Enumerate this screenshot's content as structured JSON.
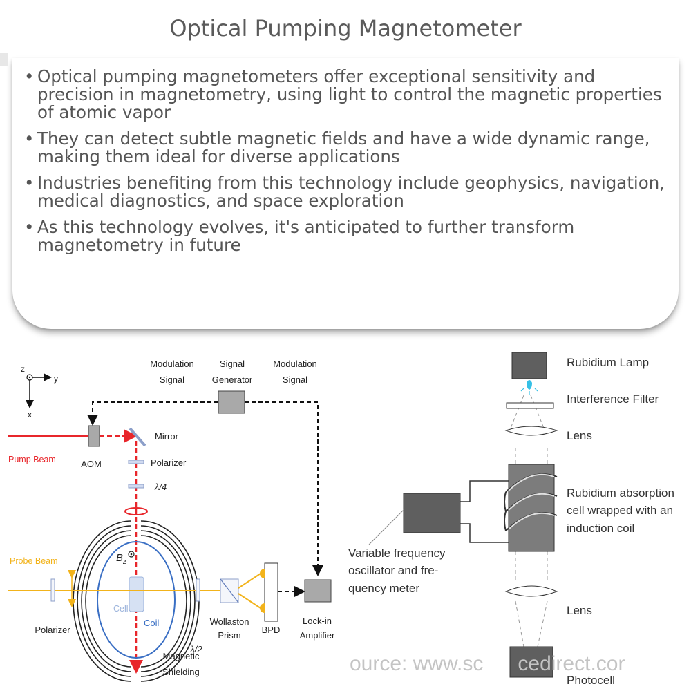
{
  "title": "Optical Pumping Magnetometer",
  "bullets": [
    "Optical pumping magnetometers offer exceptional sensitivity and precision in magnetometry, using light to control the magnetic properties of atomic vapor",
    "They can detect subtle magnetic fields and have a wide dynamic range, making them ideal for diverse applications",
    "Industries benefiting from this technology include geophysics, navigation, medical diagnostics, and space exploration",
    "As this technology evolves, it's anticipated to further transform magnetometry in future"
  ],
  "left_diagram": {
    "axis_z": "z",
    "axis_y": "y",
    "axis_x": "x",
    "modulation_signal_left": [
      "Modulation",
      "Signal"
    ],
    "signal_generator": [
      "Signal",
      "Generator"
    ],
    "modulation_signal_right": [
      "Modulation",
      "Signal"
    ],
    "mirror": "Mirror",
    "pump_beam": "Pump Beam",
    "aom": "AOM",
    "polarizer_top": "Polarizer",
    "quarter_wave": "λ/4",
    "bz": "B",
    "bz_sub": "z",
    "probe_beam": "Probe Beam",
    "cell": "Cell",
    "coil": "Coil",
    "polarizer_bottom": "Polarizer",
    "half_wave": "λ/2",
    "wollaston_prism": [
      "Wollaston",
      "Prism"
    ],
    "bpd": "BPD",
    "lockin_amplifier": [
      "Lock-in",
      "Amplifier"
    ],
    "magnetic_shielding": [
      "Magnetic",
      "Shielding"
    ],
    "colors": {
      "pump": "#e8262b",
      "probe": "#f2b31b",
      "coil": "#3a6fc4",
      "cell": "#9cb4dc",
      "component": "#a0a8c0"
    }
  },
  "right_diagram": {
    "rubidium_lamp": "Rubidium Lamp",
    "interference_filter": "Interference Filter",
    "lens_top": "Lens",
    "absorption_cell": [
      "Rubidium absorption",
      "cell wrapped with an",
      "induction coil"
    ],
    "oscillator": [
      "Variable frequency",
      "oscillator and fre-",
      "quency meter"
    ],
    "lens_bottom": "Lens",
    "photocell": "Photocell",
    "source_watermark": "ource: www.sc      cedirect.cor"
  }
}
